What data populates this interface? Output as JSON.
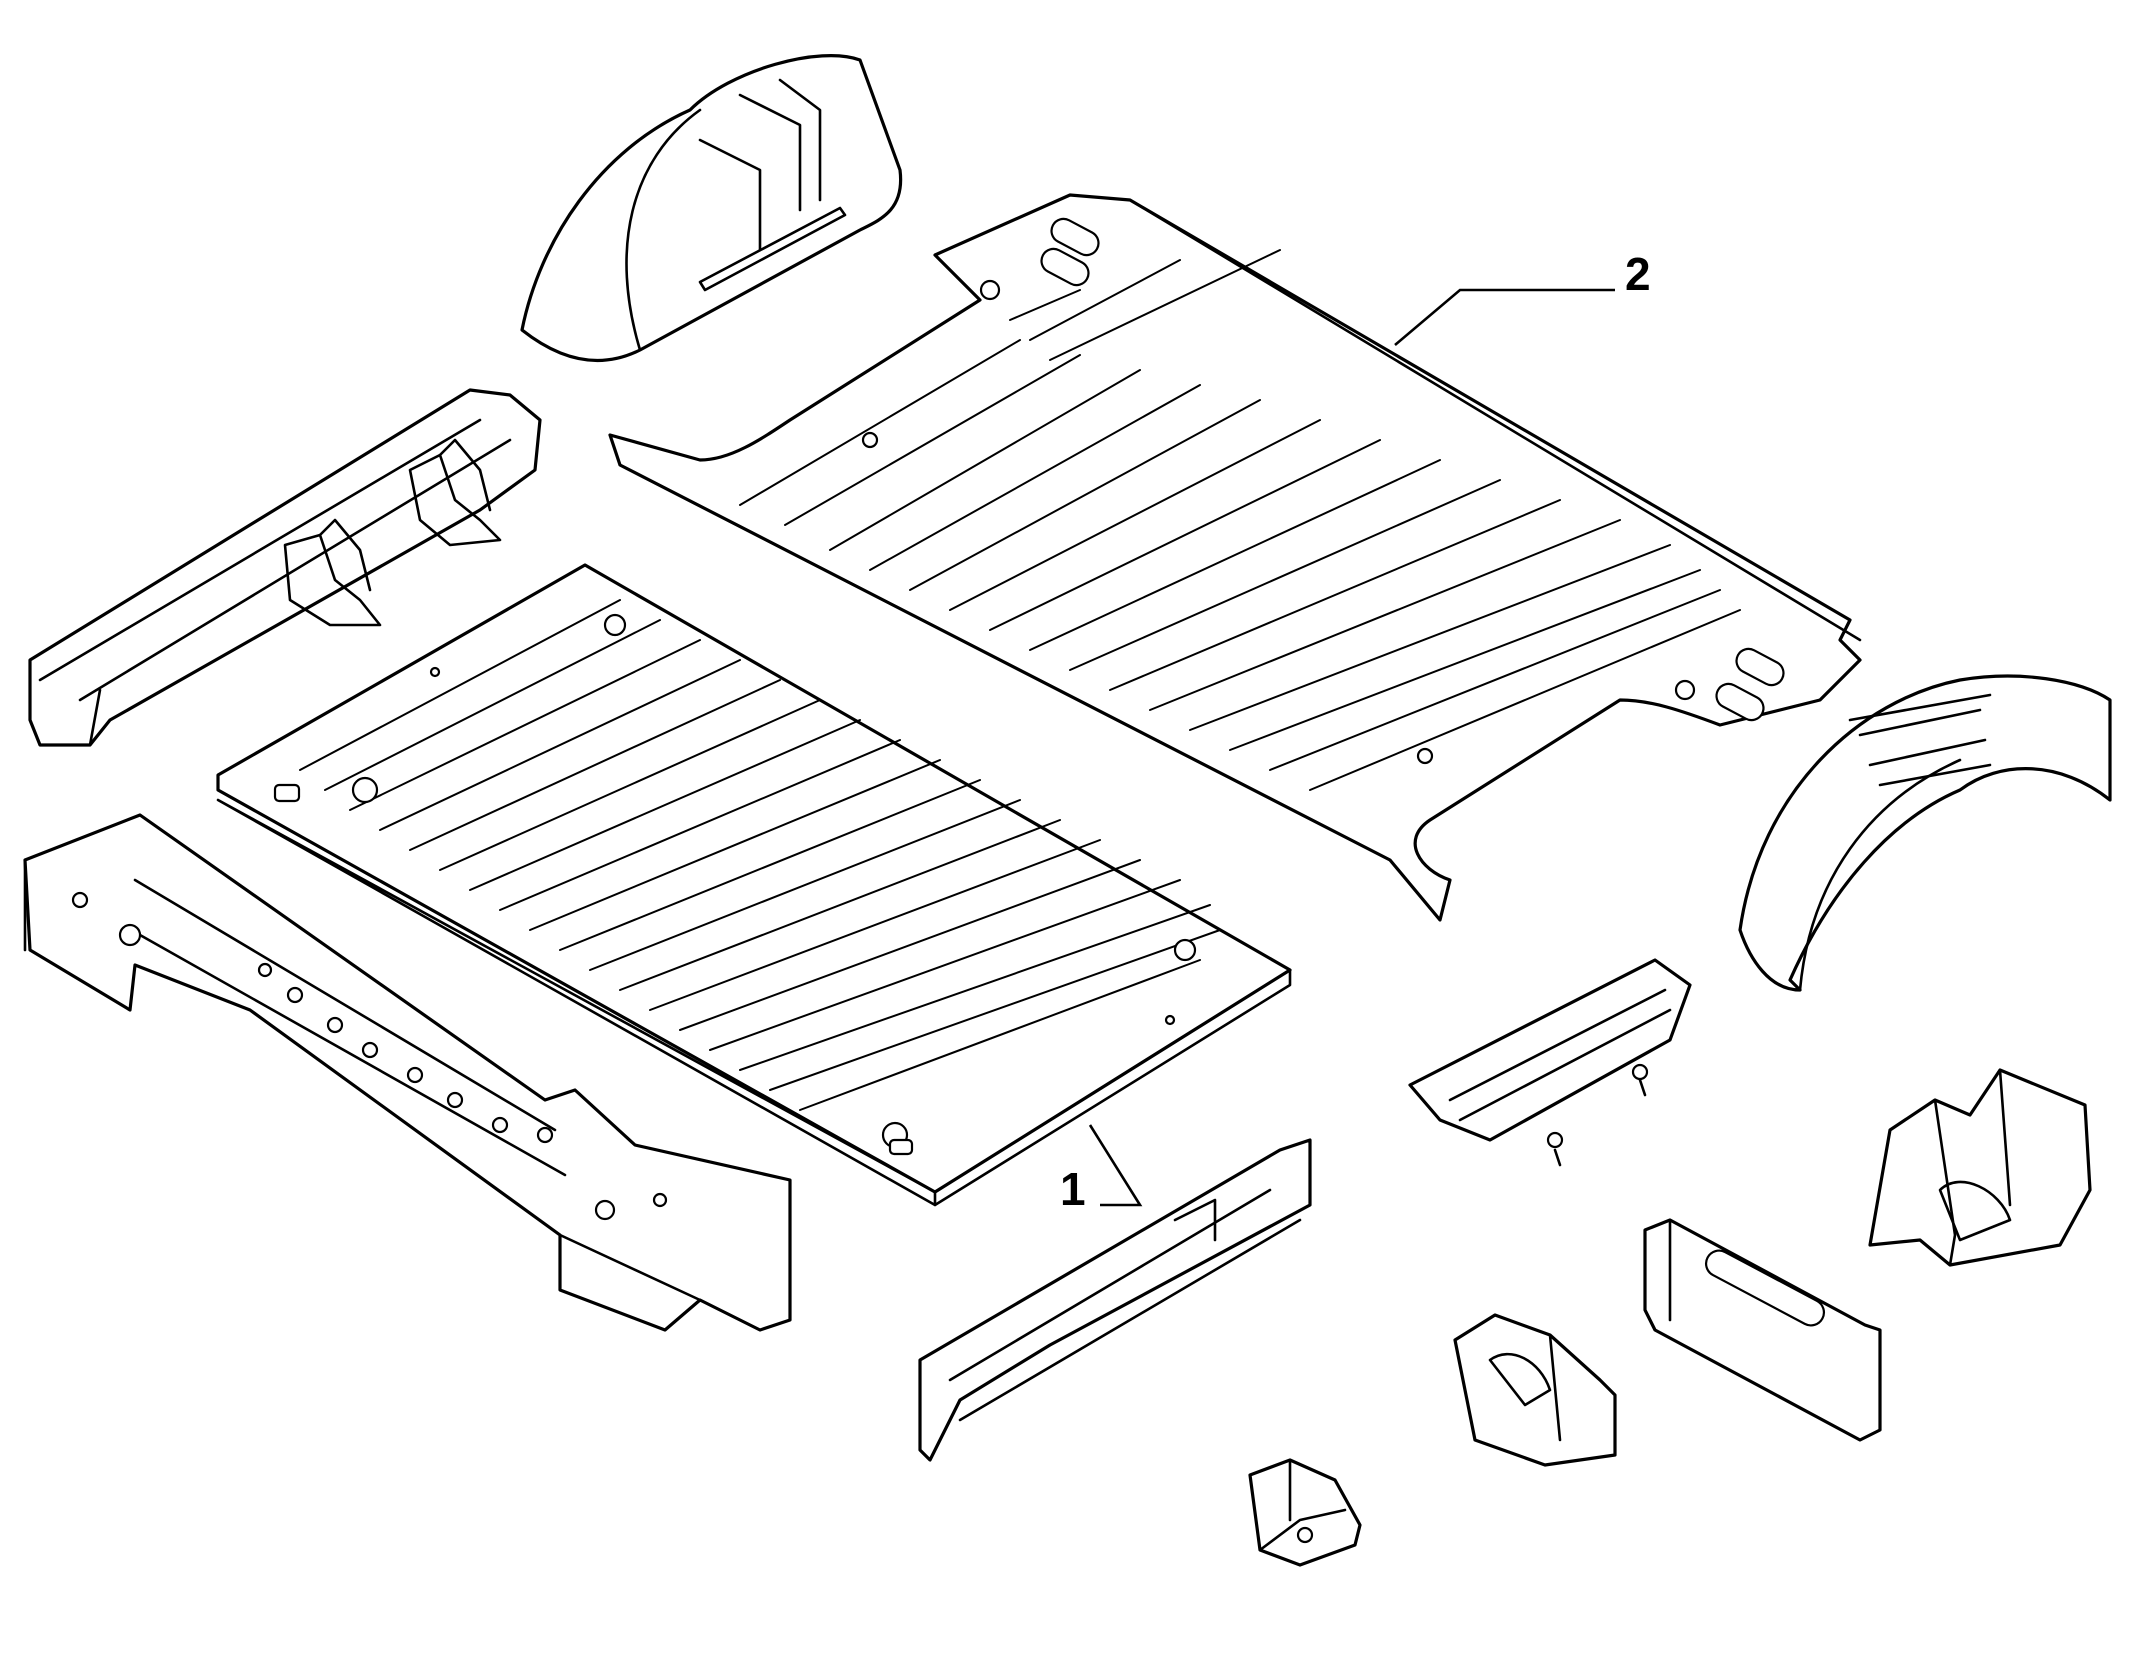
{
  "diagram": {
    "callouts": [
      {
        "number": "1",
        "target": "front-floor-panel"
      },
      {
        "number": "2",
        "target": "rear-floor-panel"
      }
    ],
    "colors": {
      "line": "#000000",
      "background": "#ffffff"
    }
  }
}
